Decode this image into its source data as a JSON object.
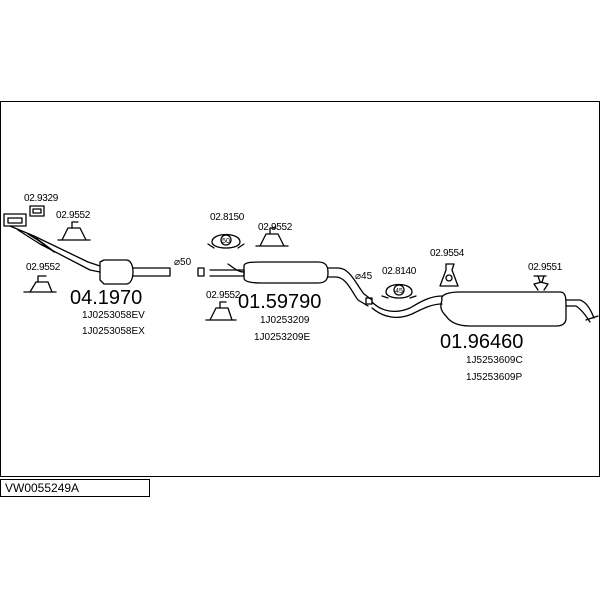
{
  "diagram_code": "VW0055249A",
  "parts": [
    {
      "number": "04.1970",
      "oem": [
        "1J0253058EV",
        "1J0253058EX"
      ]
    },
    {
      "number": "01.59790",
      "oem": [
        "1J0253209",
        "1J0253209E"
      ]
    },
    {
      "number": "01.96460",
      "oem": [
        "1J5253609C",
        "1J5253609P"
      ]
    }
  ],
  "accessories": {
    "gasket_a": "02.9329",
    "mount_a": "02.9552",
    "mount_b": "02.9552",
    "clamp_a": "02.8150",
    "mount_c": "02.9552",
    "mount_d": "02.9552",
    "clamp_b": "02.8140",
    "hanger_a": "02.9554",
    "hanger_b": "02.9551"
  },
  "pipe_diameters": [
    "⌀50",
    "⌀45"
  ],
  "clamp_marks": [
    "50",
    "45"
  ]
}
